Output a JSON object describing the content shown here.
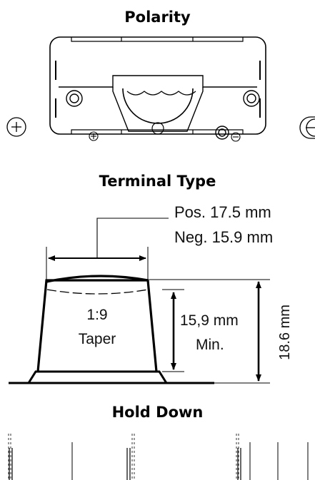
{
  "sections": {
    "polarity": {
      "title": "Polarity",
      "positive_symbol": "+",
      "negative_symbol": "−"
    },
    "terminal": {
      "title": "Terminal Type",
      "pos_dimension": "Pos. 17.5 mm",
      "neg_dimension": "Neg. 15.9 mm",
      "taper_ratio": "1:9",
      "taper_label": "Taper",
      "min_height_value": "15,9 mm",
      "min_height_label": "Min.",
      "total_height": "18.6 mm"
    },
    "hold_down": {
      "title": "Hold Down"
    }
  }
}
